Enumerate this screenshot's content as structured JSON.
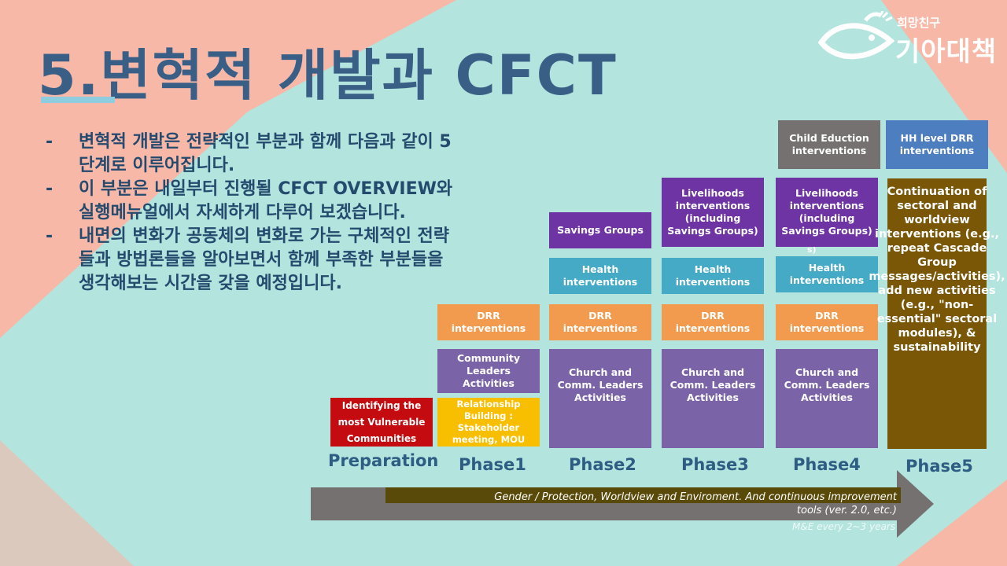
{
  "slide": {
    "title": "5.변혁적 개발과 CFCT",
    "logo": {
      "small": "희망친구",
      "big": "기아대책"
    },
    "bullets": [
      {
        "dash": "-",
        "text": "변혁적 개발은 전략적인 부분과 함께 다음과 같이 5단계로 이루어집니다."
      },
      {
        "dash": "-",
        "text": "이 부분은 내일부터 진행될 CFCT OVERVIEW와 실행메뉴얼에서 자세하게 다루어 보겠습니다."
      },
      {
        "dash": "-",
        "text": "내면의 변화가 공동체의 변화로 가는 구체적인 전략들과 방법론들을 알아보면서 함께 부족한 부분들을 생각해보는 시간을 갖을 예정입니다."
      }
    ]
  },
  "diagram": {
    "boxes": {
      "prep_identify": "Identifying  the most  Vulnerable Communities",
      "p1_relationship": "Relationship Building : Stakeholder meeting, MOU",
      "p1_community": "Community Leaders Activities",
      "p1_drr": "DRR interventions",
      "p2_church": "Church and Comm. Leaders Activities",
      "p2_drr": "DRR interventions",
      "p2_health": "Health interventions",
      "p2_savings": "Savings Groups",
      "p3_church": "Church and Comm. Leaders Activities",
      "p3_drr": "DRR interventions",
      "p3_health": "Health interventions",
      "p3_livelihoods": "Livelihoods interventions (including Savings Groups)",
      "p4_church": "Church and Comm. Leaders Activities",
      "p4_drr": "DRR interventions",
      "p4_health": "Health interventions",
      "p4_livelihoods": "Livelihoods interventions (including Savings Groups)",
      "p4_child": "Child Eduction interventions",
      "p4_stray": "s)",
      "p5_continuation": "Continuation of sectoral and worldview interventions (e.g., repeat Cascade Group messages/activities), add new activities (e.g., \"non-essential\" sectoral modules), & sustainability",
      "p5_hh": "HH level DRR interventions"
    },
    "phases": [
      "Preparation",
      "Phase1",
      "Phase2",
      "Phase3",
      "Phase4",
      "Phase5"
    ],
    "arrow": {
      "line1": "Gender / Protection, Worldview and Enviroment. And continuous improvement",
      "line2": "tools (ver. 2.0, etc.)",
      "line3": "M&E every 2~3 years"
    }
  },
  "colors": {
    "background": "#b3e4de",
    "salmon": "#f7b8a8",
    "title": "#3a5f86",
    "text": "#244a6e"
  }
}
